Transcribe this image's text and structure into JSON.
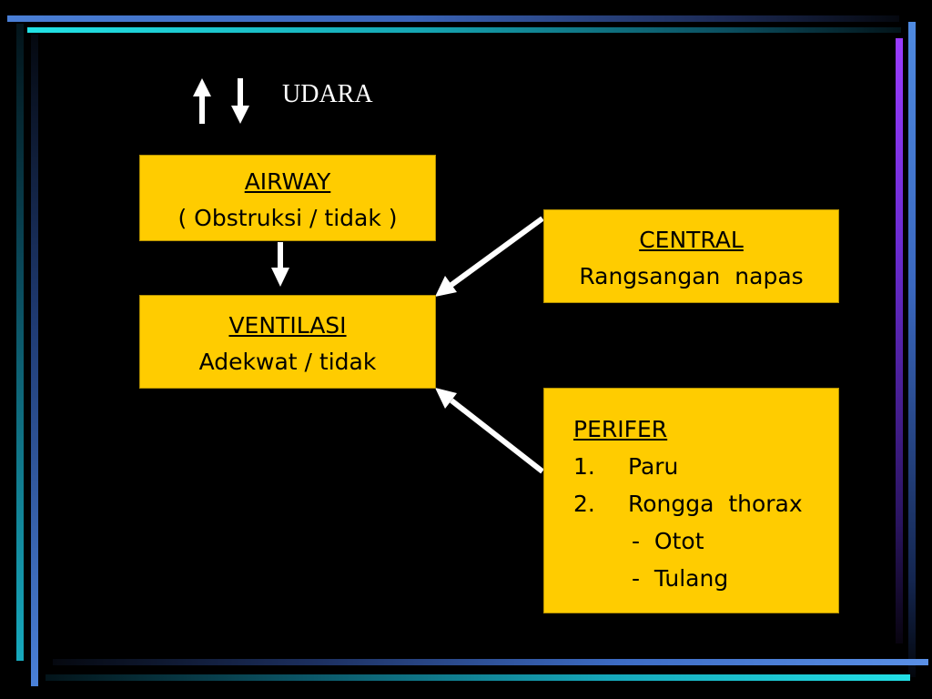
{
  "udara_label": "UDARA",
  "airway": {
    "title": "AIRWAY",
    "subtitle": "( Obstruksi / tidak )"
  },
  "ventilasi": {
    "title": "VENTILASI",
    "subtitle": "Adekwat / tidak"
  },
  "central": {
    "title": "CENTRAL",
    "subtitle": "Rangsangan  napas"
  },
  "perifer": {
    "title": "PERIFER",
    "items": [
      {
        "number": "1.",
        "label": "Paru"
      },
      {
        "number": "2.",
        "label": "Rongga  thorax"
      }
    ],
    "subitems": [
      "-  Otot",
      "-  Tulang"
    ]
  },
  "colors": {
    "box_fill": "#ffcc00",
    "background": "#000000",
    "arrow": "#ffffff"
  }
}
